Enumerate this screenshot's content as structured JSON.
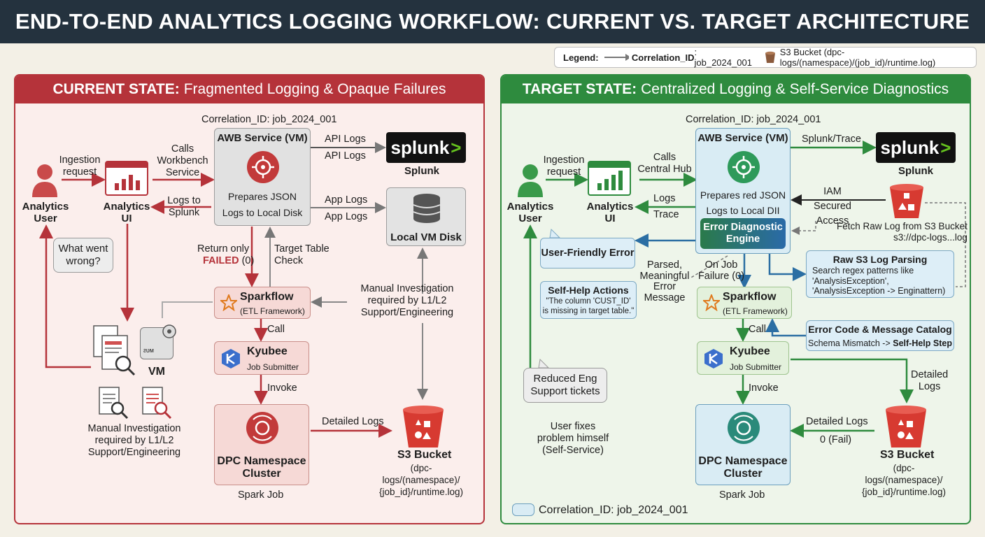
{
  "title": "END-TO-END ANALYTICS LOGGING WORKFLOW: CURRENT VS. TARGET ARCHITECTURE",
  "legend": {
    "label": "Legend:",
    "arrow_bold": "Correlation_ID",
    "arrow_text": ": job_2024_001",
    "bucket_text": "S3 Bucket (dpc-logs/(namespace)/(job_id)/runtime.log)"
  },
  "colors": {
    "current": "#b5333a",
    "target": "#2e8b3e",
    "arrow_blue": "#2b6ea3"
  },
  "current": {
    "header_bold": "CURRENT STATE:",
    "header_rest": "Fragmented Logging & Opaque Failures",
    "correlation": "Correlation_ID: job_2024_001",
    "user": "Analytics\nUser",
    "ui": "Analytics\nUI",
    "ingestion": "Ingestion\nrequest",
    "calls": "Calls\nWorkbench\nService",
    "logs_to": "Logs to\nSplunk",
    "awb_title": "AWB Service (VM)",
    "awb_sub": "Prepares JSON\nLogs to Local Disk",
    "api_logs_1": "API Logs",
    "api_logs_2": "API Logs",
    "app_logs_1": "App Logs",
    "app_logs_2": "App Logs",
    "splunk_logo": "splunk",
    "splunk_label": "Splunk",
    "disk_label": "Local VM Disk",
    "bubble": "What went\nwrong?",
    "return_only": "Return only",
    "failed": "FAILED",
    "failed_code": " (0)",
    "target_check": "Target Table\nCheck",
    "sparkflow": "Sparkflow",
    "sparkflow_sub": "(ETL Framework)",
    "manual_right": "Manual Investigation\nrequired by L1/L2\nSupport/Engineering",
    "call": "Call",
    "kyubee": "Kyubee",
    "kyubee_sub": "Job Submitter",
    "invoke": "Invoke",
    "dpc": "DPC Namespace\nCluster",
    "spark_job": "Spark Job",
    "detailed_logs": "Detailed Logs",
    "s3": "S3 Bucket",
    "s3_sub": "(dpc-logs/(namespace)/\n{job_id}/runtime.log)",
    "vm": "VM",
    "vm_icon_text": "ᴤᴜᴍ",
    "manual_left": "Manual Investigation\nrequired by L1/L2\nSupport/Engineering"
  },
  "target": {
    "header_bold": "TARGET STATE:",
    "header_rest": "Centralized Logging & Self-Service Diagnostics",
    "correlation": "Correlation_ID: job_2024_001",
    "user": "Analytics\nUser",
    "ui": "Analytics\nUI",
    "ingestion": "Ingestion\nrequest",
    "calls": "Calls\nCentral Hub",
    "logs": "Logs",
    "trace": "Trace",
    "awb_title": "AWB Service (VM)",
    "awb_sub": "Prepares red JSON\nLogs to Local DII",
    "engine": "Error Diagnostic\nEngine",
    "splunk_trace": "Splunk/Trace",
    "splunk_logo": "splunk",
    "splunk_label": "Splunk",
    "iam": "IAM Secured\nAccess",
    "fetch": "Fetch Raw Log from S3 Bucket\ns3://dpc-logs...log",
    "user_error": "User-Friendly Error",
    "parsed": "Parsed,\nMeaningful\nError\nMessage",
    "on_job": "On Job\nFailure (0)",
    "raw_title": "Raw S3 Log Parsing",
    "raw_sub": "Search regex patterns like\n'AnalysisException',\n'AnalysisException -> Enginattern)",
    "selfhelp_title": "Self-Help Actions",
    "selfhelp_sub": "\"The column 'CUST_ID'\nis missing in target table.\"",
    "sparkflow": "Sparkflow",
    "sparkflow_sub": "(ETL Framework)",
    "call": "Call",
    "catalog_title": "Error Code & Message Catalog",
    "catalog_sub": "Schema Mismatch -> ",
    "catalog_bold": "Self-Help Step",
    "kyubee": "Kyubee",
    "kyubee_sub": "Job Submitter",
    "detailed_logs_r": "Detailed\nLogs",
    "reduced": "Reduced Eng\nSupport tickets",
    "invoke": "Invoke",
    "user_fixes": "User fixes\nproblem himself\n(Self-Service)",
    "dpc": "DPC Namespace\nCluster",
    "spark_job": "Spark Job",
    "detailed_logs": "Detailed Logs",
    "fail": "0 (Fail)",
    "s3": "S3 Bucket",
    "s3_sub": "(dpc-logs/(namespace)/\n{job_id}/runtime.log)",
    "footer_corr": "Correlation_ID: job_2024_001"
  }
}
